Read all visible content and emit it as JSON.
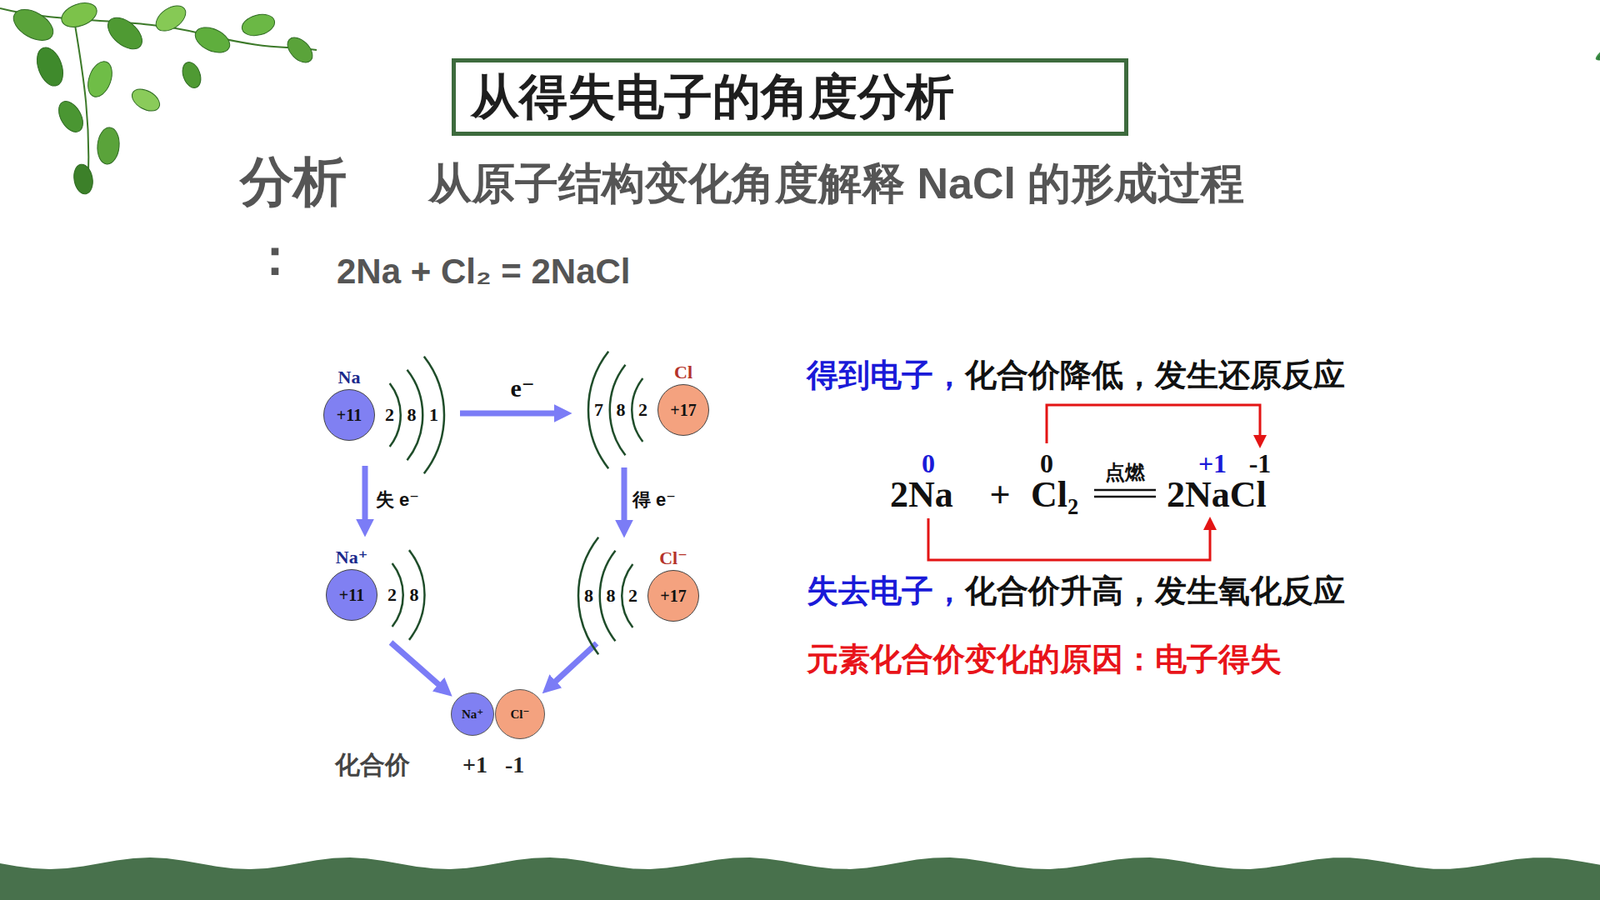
{
  "diagram": {
    "title": "从得失电子的角度分析",
    "nodes": [
      {
        "text": [
          "Na",
          "+11",
          "2 8 1"
        ]
      },
      {
        "text": [
          "Cl",
          "+17",
          "7 8 2"
        ]
      },
      {
        "text": [
          "Na⁺",
          "+11",
          "2 8"
        ]
      },
      {
        "text": [
          "Cl⁻",
          "+17",
          "8 8 2"
        ]
      },
      {
        "text": [
          "Na⁺"
        ]
      },
      {
        "text": [
          "Cl⁻"
        ]
      }
    ],
    "edges": [
      {
        "from": 0,
        "to": 1,
        "arrow": "to",
        "label": "e⁻"
      },
      {
        "from": 0,
        "to": 2,
        "arrow": "to",
        "label": "失 e⁻"
      },
      {
        "from": 1,
        "to": 3,
        "arrow": "to",
        "label": "得 e⁻"
      },
      {
        "from": 2,
        "to": 4,
        "arrow": "to"
      },
      {
        "from": 3,
        "to": 5,
        "arrow": "to"
      }
    ],
    "labels": [
      "分析",
      "：",
      "从原子结构变化角度解释 NaCl 的形成过程",
      "2Na + Cl₂ = 2NaCl",
      "化合价",
      "+1",
      "-1",
      "得到电子，",
      "化合价降低，发生还原反应",
      "0",
      "0",
      "+1",
      "-1",
      "2Na",
      "+",
      "Cl₂",
      "点燃",
      "2NaCl",
      "失去电子，",
      "化合价升高，发生氧化反应",
      "元素化合价变化的原因：电子得失"
    ]
  }
}
